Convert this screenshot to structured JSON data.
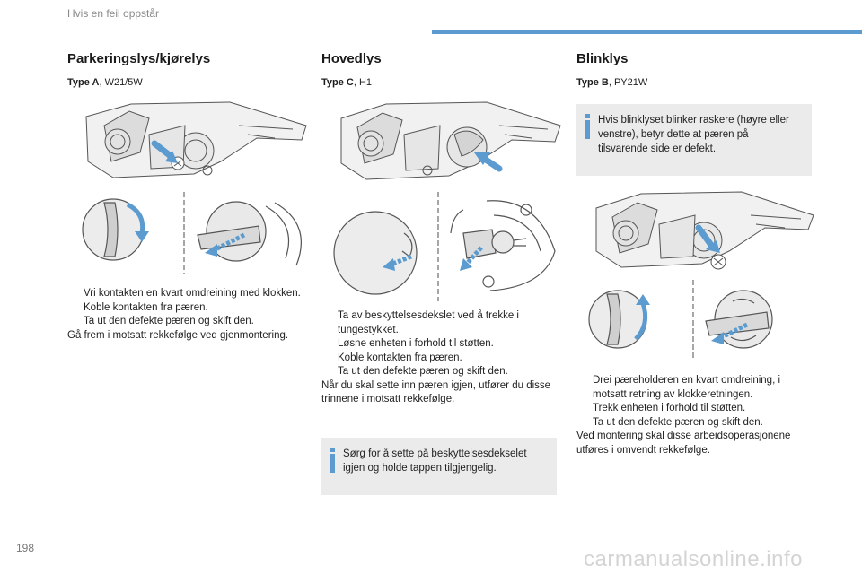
{
  "header": {
    "section_label": "Hvis en feil oppstår",
    "accent_color": "#5b9bcf"
  },
  "columns": [
    {
      "title": "Parkeringslys/kjørelys",
      "type_label": "Type A",
      "type_rest": ", W21/5W",
      "steps": [
        "Vri kontakten en kvart omdreining med klokken.",
        "Koble kontakten fra pæren.",
        "Ta ut den defekte pæren og skift den."
      ],
      "closing": "Gå frem i motsatt rekkefølge ved gjenmontering."
    },
    {
      "title": "Hovedlys",
      "type_label": "Type C",
      "type_rest": ", H1",
      "steps": [
        "Ta av beskyttelsesdekslet ved å trekke i tungestykket.",
        "Løsne enheten i forhold til støtten.",
        "Koble kontakten fra pæren.",
        "Ta ut den defekte pæren og skift den."
      ],
      "closing": "Når du skal sette inn pæren igjen, utfører du disse trinnene i motsatt rekkefølge.",
      "note": "Sørg for å sette på beskyttelsesdekselet igjen og holde tappen tilgjengelig."
    },
    {
      "title": "Blinklys",
      "type_label": "Type B",
      "type_rest": ", PY21W",
      "note": "Hvis blinklyset blinker raskere (høyre eller venstre), betyr dette at pæren på tilsvarende side er defekt.",
      "steps": [
        "Drei pæreholderen en kvart omdreining, i motsatt retning av klokkeretningen.",
        "Trekk enheten i forhold til støtten.",
        "Ta ut den defekte pæren og skift den."
      ],
      "closing": "Ved montering skal disse arbeidsoperasjonene utføres i omvendt rekkefølge."
    }
  ],
  "bullet_glyph": "",
  "page_number": "198",
  "watermark": "carmanualsonline.info"
}
